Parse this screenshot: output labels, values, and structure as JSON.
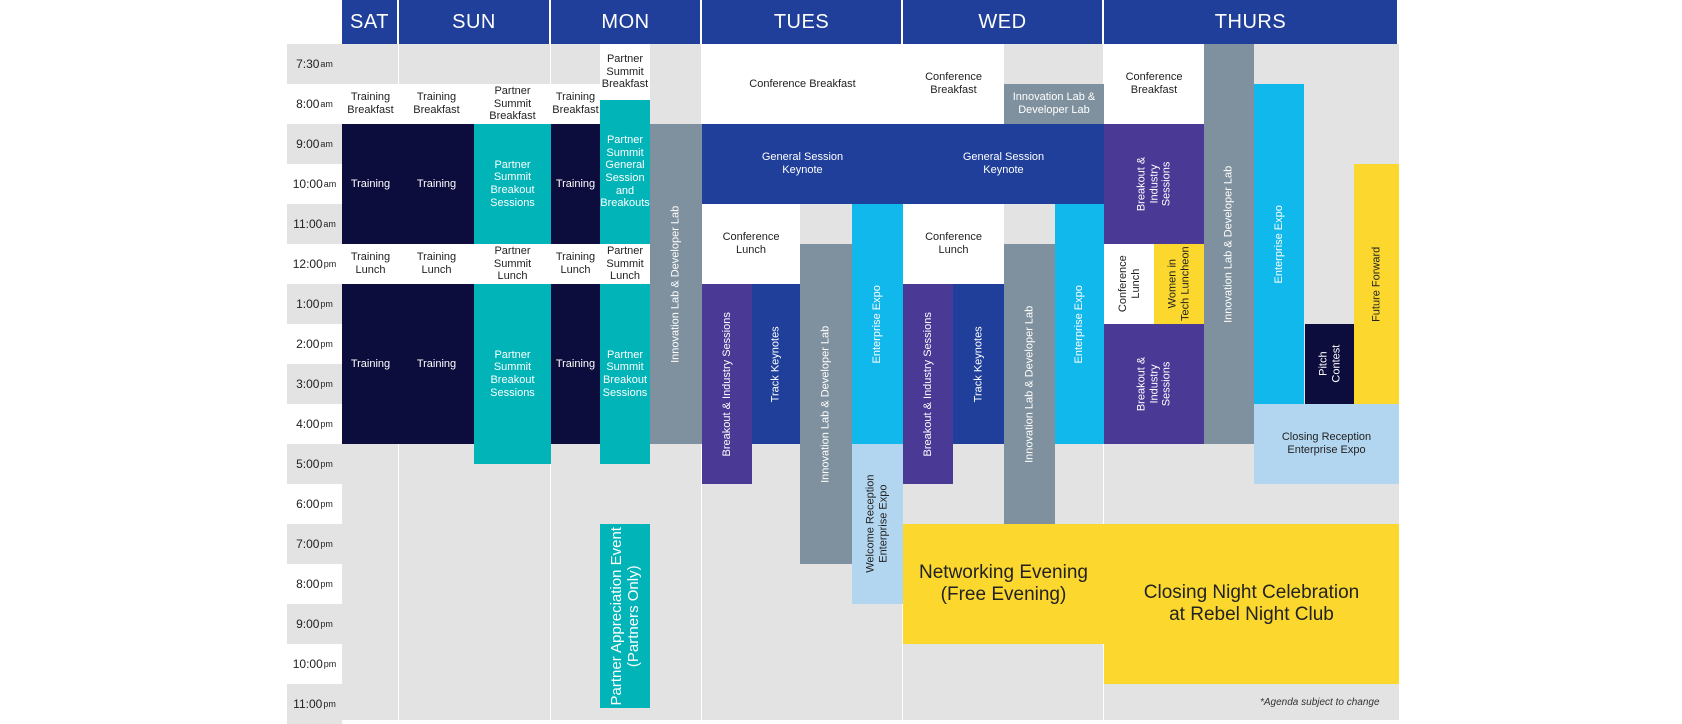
{
  "days": [
    "SAT",
    "SUN",
    "MON",
    "TUES",
    "WED",
    "THURS"
  ],
  "times": [
    {
      "n": "7:30",
      "ap": "am"
    },
    {
      "n": "8:00",
      "ap": "am"
    },
    {
      "n": "9:00",
      "ap": "am"
    },
    {
      "n": "10:00",
      "ap": "am"
    },
    {
      "n": "11:00",
      "ap": "am"
    },
    {
      "n": "12:00",
      "ap": "pm"
    },
    {
      "n": "1:00",
      "ap": "pm"
    },
    {
      "n": "2:00",
      "ap": "pm"
    },
    {
      "n": "3:00",
      "ap": "pm"
    },
    {
      "n": "4:00",
      "ap": "pm"
    },
    {
      "n": "5:00",
      "ap": "pm"
    },
    {
      "n": "6:00",
      "ap": "pm"
    },
    {
      "n": "7:00",
      "ap": "pm"
    },
    {
      "n": "8:00",
      "ap": "pm"
    },
    {
      "n": "9:00",
      "ap": "pm"
    },
    {
      "n": "10:00",
      "ap": "pm"
    },
    {
      "n": "11:00",
      "ap": "pm"
    }
  ],
  "colors": {
    "header": "#1f3f9a",
    "training": "#0c0c3d",
    "partner": "#00b4b8",
    "session": "#1f3f9a",
    "lab": "#7f919e",
    "breakout": "#4b3996",
    "expo": "#11b8ec",
    "reception": "#b3d6f0",
    "evening": "#fcd82f"
  },
  "events": [
    {
      "text": "Training\nBreakfast",
      "style": "white"
    },
    {
      "text": "Training",
      "style": "navy"
    },
    {
      "text": "Training\nLunch",
      "style": "white"
    },
    {
      "text": "Training",
      "style": "navy"
    },
    {
      "text": "Training\nBreakfast",
      "style": "white"
    },
    {
      "text": "Training",
      "style": "navy"
    },
    {
      "text": "Training\nLunch",
      "style": "white"
    },
    {
      "text": "Training",
      "style": "navy"
    },
    {
      "text": "Partner\nSummit\nBreakfast",
      "style": "white"
    },
    {
      "text": "Partner\nSummit\nBreakout\nSessions",
      "style": "teal"
    },
    {
      "text": "Partner\nSummit\nLunch",
      "style": "white"
    },
    {
      "text": "Partner\nSummit\nBreakout\nSessions",
      "style": "teal"
    },
    {
      "text": "Training\nBreakfast",
      "style": "white"
    },
    {
      "text": "Training",
      "style": "navy"
    },
    {
      "text": "Training\nLunch",
      "style": "white"
    },
    {
      "text": "Training",
      "style": "navy"
    },
    {
      "text": "Partner\nSummit\nBreakfast",
      "style": "white"
    },
    {
      "text": "Partner\nSummit\nGeneral\nSession\nand\nBreakouts",
      "style": "teal"
    },
    {
      "text": "Partner\nSummit\nLunch",
      "style": "white"
    },
    {
      "text": "Partner\nSummit\nBreakout\nSessions",
      "style": "teal"
    },
    {
      "text": "Partner Appreciation Event\n(Partners Only)",
      "style": "teal"
    },
    {
      "text": "Innovation Lab & Developer Lab",
      "style": "slate"
    },
    {
      "text": "Conference Breakfast",
      "style": "white"
    },
    {
      "text": "General Session\nKeynote",
      "style": "blue"
    },
    {
      "text": "Conference\nLunch",
      "style": "white"
    },
    {
      "text": "Breakout & Industry Sessions",
      "style": "purple"
    },
    {
      "text": "Track Keynotes",
      "style": "blue"
    },
    {
      "text": "Innovation Lab & Developer Lab",
      "style": "slate"
    },
    {
      "text": "Enterprise Expo",
      "style": "cyan"
    },
    {
      "text": "Welcome Reception\nEnterprise Expo",
      "style": "lblue"
    },
    {
      "text": "Conference\nBreakfast",
      "style": "white"
    },
    {
      "text": "Innovation Lab &\nDeveloper Lab",
      "style": "slate"
    },
    {
      "text": "General Session\nKeynote",
      "style": "blue"
    },
    {
      "text": "Conference\nLunch",
      "style": "white"
    },
    {
      "text": "Breakout & Industry Sessions",
      "style": "purple"
    },
    {
      "text": "Track Keynotes",
      "style": "blue"
    },
    {
      "text": "Innovation Lab & Developer Lab",
      "style": "slate"
    },
    {
      "text": "Enterprise Expo",
      "style": "cyan"
    },
    {
      "text": "Networking Evening\n(Free Evening)",
      "style": "yellow"
    },
    {
      "text": "Conference\nBreakfast",
      "style": "white"
    },
    {
      "text": "Breakout &\nIndustry\nSessions",
      "style": "purple"
    },
    {
      "text": "Conference\nLunch",
      "style": "white"
    },
    {
      "text": "Women in\nTech Luncheon",
      "style": "yellow"
    },
    {
      "text": "Breakout &\nIndustry\nSessions",
      "style": "purple"
    },
    {
      "text": "Innovation Lab & Developer Lab",
      "style": "slate"
    },
    {
      "text": "Enterprise Expo",
      "style": "cyan"
    },
    {
      "text": "Pitch\nContest",
      "style": "navy"
    },
    {
      "text": "Future Forward",
      "style": "yellow"
    },
    {
      "text": "Closing Reception\nEnterprise Expo",
      "style": "lblue"
    },
    {
      "text": "Closing Night Celebration\nat Rebel Night Club",
      "style": "yellow"
    }
  ],
  "footnote": "*Agenda subject to change"
}
